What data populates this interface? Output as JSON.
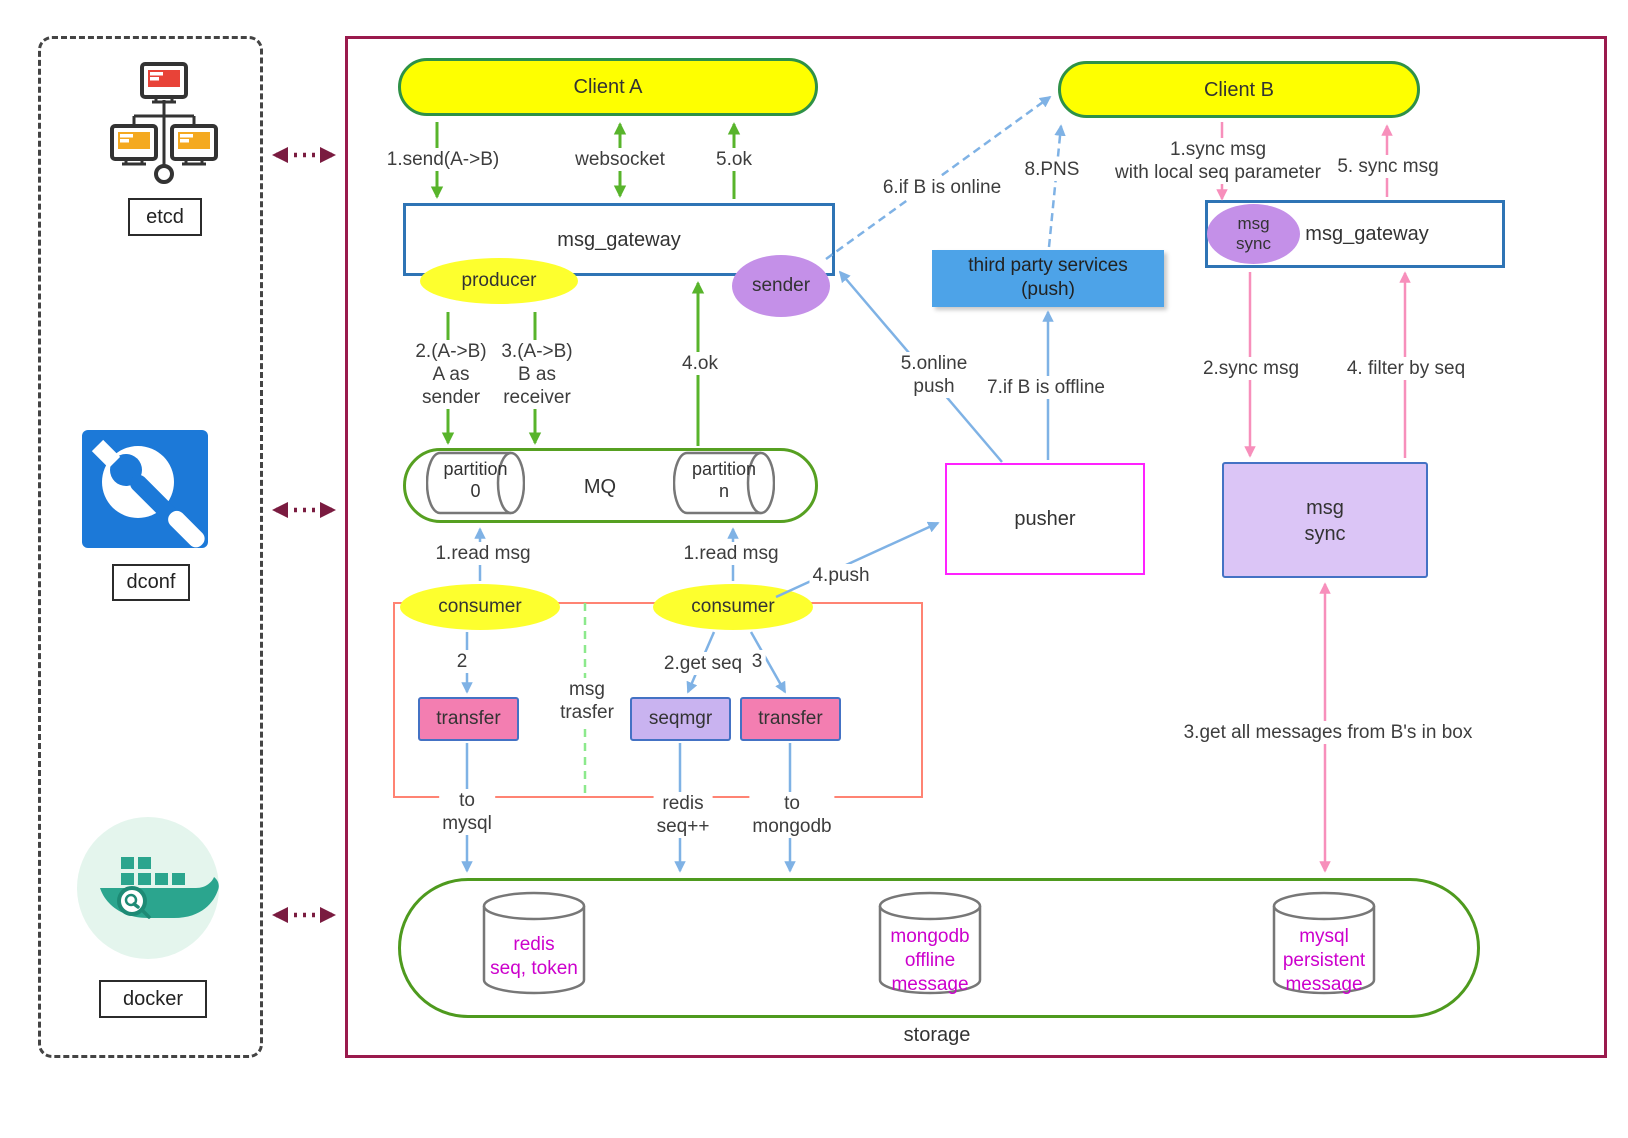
{
  "colors": {
    "main_border": "#9A1A4D",
    "client_fill": "#FEFF00",
    "client_border": "#2E9147",
    "gateway_border": "#2E74B5",
    "producer_fill": "#FDFF2E",
    "sender_fill": "#C490E8",
    "third_party_fill": "#4DA3E8",
    "mq_border": "#56A021",
    "pusher_border": "#FF22FF",
    "msg_sync_fill": "#DBC5F6",
    "consumer_group_border": "#FF8373",
    "transfer_fill": "#F37EB1",
    "seqmgr_fill": "#C9B3F0",
    "storage_border": "#4E9A1E",
    "db_text": "#CC00CC",
    "green_arrow": "#58B42B",
    "blue_arrow": "#7FB2E5",
    "pink_arrow": "#F78FBB",
    "maroon_arrow": "#7A1B40"
  },
  "sidebar": {
    "etcd": "etcd",
    "dconf": "dconf",
    "docker": "docker",
    "icons": {
      "etcd": "networked-monitors-icon",
      "dconf": "wrench-icon",
      "docker": "docker-whale-icon"
    }
  },
  "nodes": {
    "client_a": "Client A",
    "client_b": "Client B",
    "msg_gateway_left": "msg_gateway",
    "msg_gateway_right": "msg_gateway",
    "producer": "producer",
    "sender": "sender",
    "msg_sync_badge": "msg\nsync",
    "third_party": "third party services\n(push)",
    "mq": "MQ",
    "partition_0": "partition\n0",
    "partition_n": "partition\nn",
    "pusher": "pusher",
    "msg_sync_box": "msg\nsync",
    "consumer_left": "consumer",
    "consumer_right": "consumer",
    "transfer_left": "transfer",
    "seqmgr": "seqmgr",
    "transfer_right": "transfer",
    "redis_db": "redis\nseq, token",
    "mongodb_db": "mongodb\noffline\nmessage",
    "mysql_db": "mysql\npersistent\nmessage",
    "storage": "storage"
  },
  "edge_labels": {
    "send": "1.send(A->B)",
    "websocket": "websocket",
    "ok5": "5.ok",
    "if_online": "6.if B is online",
    "pns": "8.PNS",
    "sync_with_seq": "1.sync msg\nwith local seq parameter",
    "sync_msg5": "5. sync msg",
    "a_as_sender": "2.(A->B)\nA as\nsender",
    "b_as_receiver": "3.(A->B)\nB as\nreceiver",
    "ok4": "4.ok",
    "online_push": "5.online\npush",
    "if_offline": "7.if B is offline",
    "sync_msg2": "2.sync msg",
    "filter_by_seq": "4. filter by seq",
    "read_msg_left": "1.read msg",
    "read_msg_right": "1.read msg",
    "push4": "4.push",
    "step2": "2",
    "get_seq": "2.get seq",
    "step3": "3",
    "msg_trasfer": "msg\ntrasfer",
    "to_mysql": "to\nmysql",
    "redis_seq": "redis\nseq++",
    "to_mongodb": "to\nmongodb",
    "get_all": "3.get all messages from B's in box"
  }
}
